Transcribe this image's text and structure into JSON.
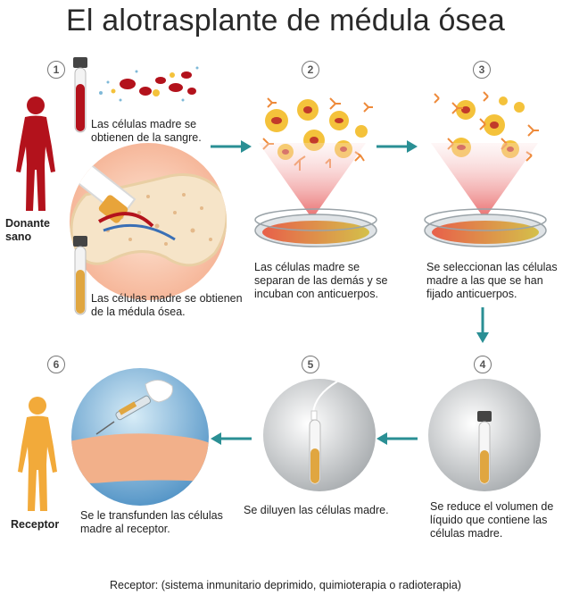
{
  "title": "El alotrasplante de médula ósea",
  "steps": [
    {
      "number": "1",
      "caption_blood": "Las células madre se obtienen de la sangre.",
      "caption_marrow": "Las células madre se obtienen de la médula ósea."
    },
    {
      "number": "2",
      "caption": "Las células madre se separan de las demás y se incuban con anticuerpos."
    },
    {
      "number": "3",
      "caption": "Se seleccionan las células madre a las que se han fijado anticuerpos."
    },
    {
      "number": "4",
      "caption": "Se reduce el volumen de líquido que contiene las células madre."
    },
    {
      "number": "5",
      "caption": "Se diluyen las células madre."
    },
    {
      "number": "6",
      "caption": "Se le transfunden las células madre al receptor."
    }
  ],
  "donor_label": "Donante sano",
  "recipient_label": "Receptor",
  "footer": "Receptor: (sistema inmunitario deprimido, quimioterapia o radioterapia)",
  "colors": {
    "donor": "#b3121c",
    "recipient": "#f2aa3a",
    "arrow": "#2a8f94",
    "cell": "#f4c23b",
    "nucleus": "#c23a2a",
    "antibody": "#ee8a3a"
  }
}
